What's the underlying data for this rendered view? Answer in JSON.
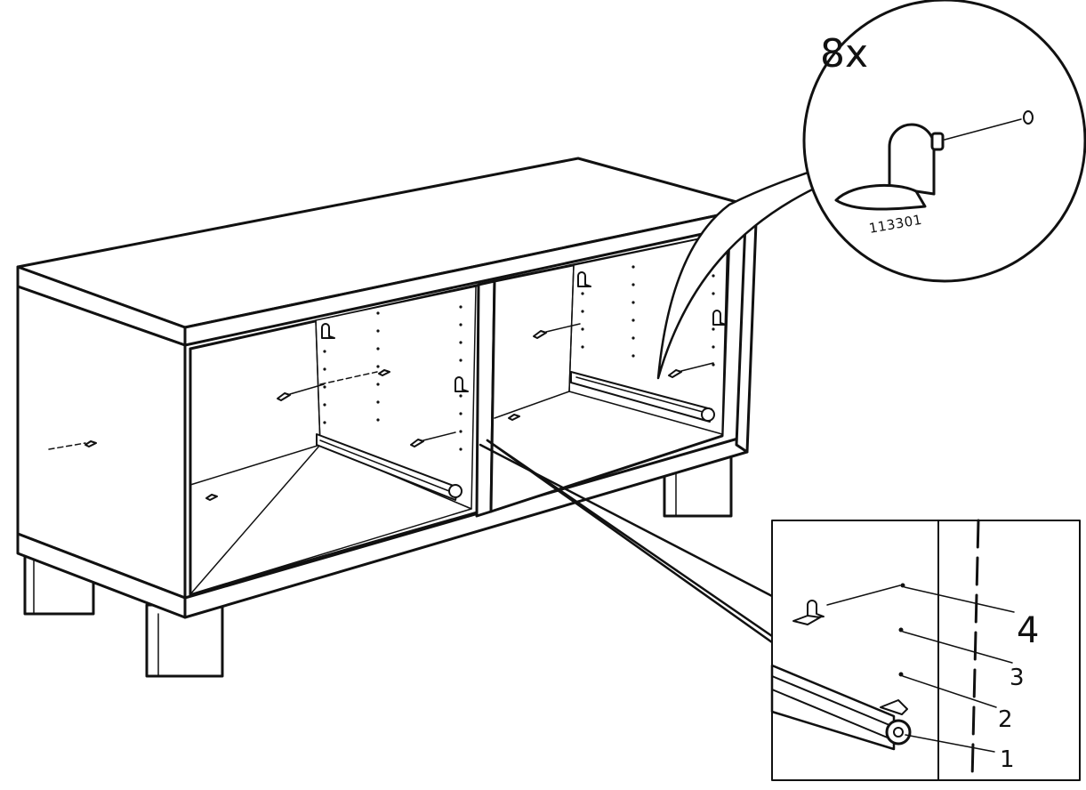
{
  "callout_quantity": "8x",
  "part_number": "113301",
  "hole_labels": [
    "4",
    "3",
    "2",
    "1"
  ]
}
